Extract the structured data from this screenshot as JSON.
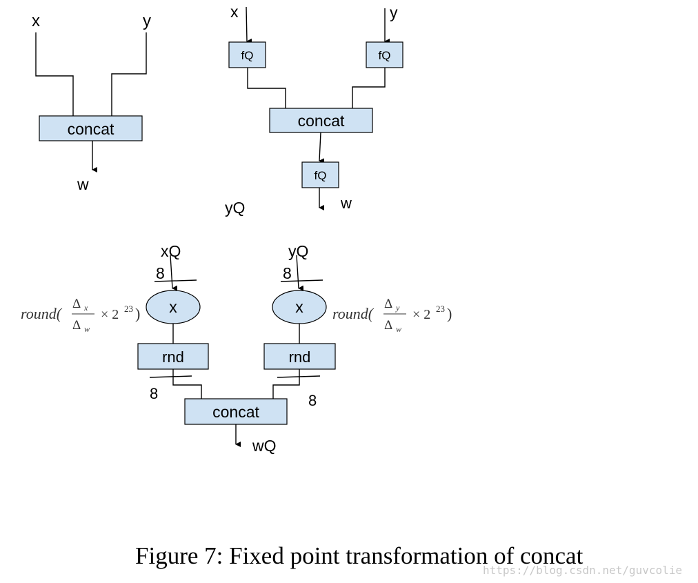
{
  "diagram_a": {
    "input_x": "x",
    "input_y": "y",
    "concat": "concat",
    "output": "w"
  },
  "diagram_b": {
    "input_x": "x",
    "input_y": "y",
    "fq_x": "fQ",
    "fq_y": "fQ",
    "concat": "concat",
    "fq_out": "fQ",
    "output": "w",
    "output_q": "yQ"
  },
  "diagram_c": {
    "input_x": "xQ",
    "input_y": "yQ",
    "bits_in_x": "8",
    "bits_in_y": "8",
    "mul_x": "x",
    "mul_y": "x",
    "scale_x": {
      "prefix": "round(",
      "num": "Δ",
      "num_sub": "x",
      "den": "Δ",
      "den_sub": "w",
      "times": "× 2",
      "exp": "23",
      "suffix": ")"
    },
    "scale_y": {
      "prefix": "round(",
      "num": "Δ",
      "num_sub": "y",
      "den": "Δ",
      "den_sub": "w",
      "times": "× 2",
      "exp": "23",
      "suffix": ")"
    },
    "rnd_x": "rnd",
    "rnd_y": "rnd",
    "bits_out_x": "8",
    "bits_out_y": "8",
    "concat": "concat",
    "output": "wQ"
  },
  "caption": "Figure 7: Fixed point transformation of concat",
  "watermark": "https://blog.csdn.net/guvcolie",
  "colors": {
    "box_fill": "#cfe2f3",
    "stroke": "#000000"
  }
}
